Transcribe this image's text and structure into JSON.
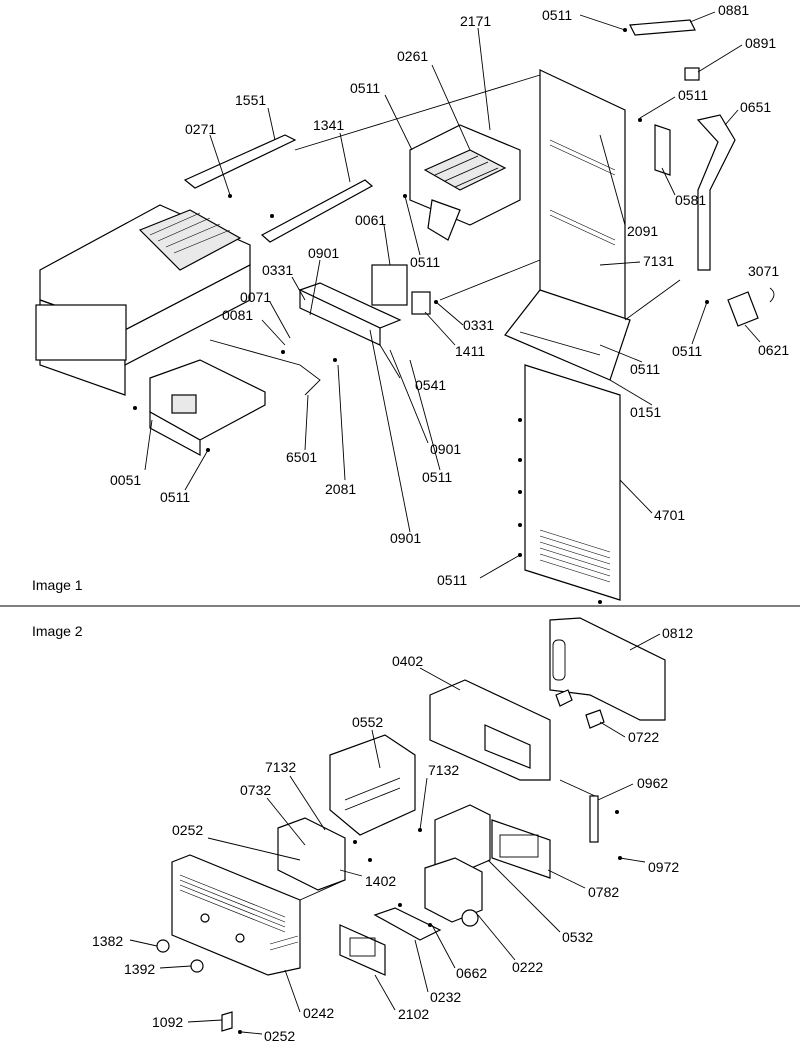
{
  "captions": {
    "image1": "Image 1",
    "image2": "Image 2"
  },
  "image1_labels": [
    "0511",
    "0881",
    "2171",
    "0891",
    "0511",
    "0261",
    "0511",
    "0651",
    "1551",
    "0271",
    "1341",
    "0581",
    "2091",
    "0061",
    "0901",
    "0511",
    "7131",
    "0331",
    "3071",
    "0071",
    "0081",
    "0331",
    "1411",
    "0511",
    "0621",
    "0511",
    "0541",
    "0151",
    "0901",
    "6501",
    "0511",
    "0051",
    "2081",
    "0511",
    "4701",
    "0901",
    "0511"
  ],
  "image2_labels": [
    "0812",
    "0402",
    "0722",
    "0552",
    "7132",
    "7132",
    "0732",
    "0962",
    "0252",
    "1402",
    "0972",
    "0782",
    "0532",
    "1382",
    "0222",
    "1392",
    "0662",
    "0232",
    "0242",
    "2102",
    "1092",
    "0252"
  ],
  "colors": {
    "ink": "#000000",
    "paper": "#ffffff",
    "shade": "#e9e9e9"
  }
}
